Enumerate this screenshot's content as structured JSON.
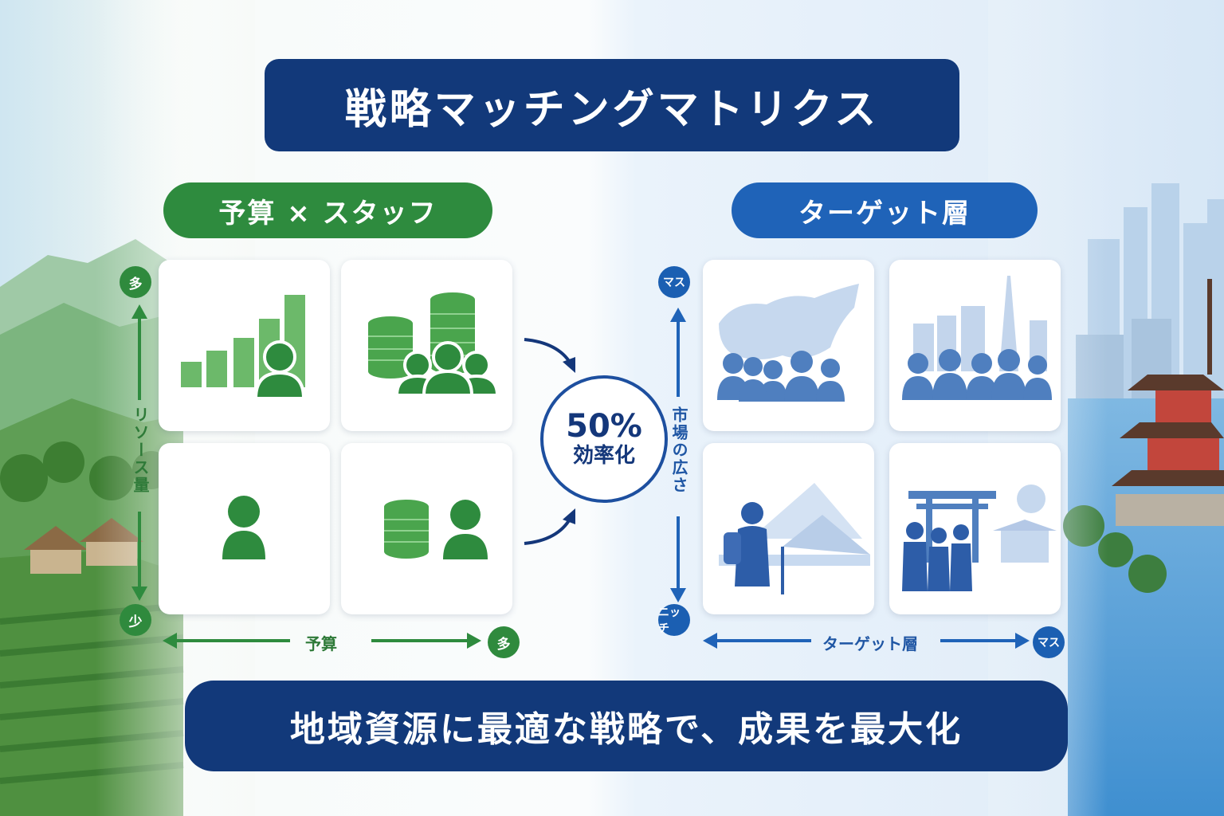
{
  "title": "戦略マッチングマトリクス",
  "left_panel": {
    "header": "予算 × スタッフ",
    "y_axis": {
      "label": "リソース量",
      "top": "多",
      "bottom": "少"
    },
    "x_axis": {
      "label": "予算",
      "right": "多"
    }
  },
  "center": {
    "value": "50%",
    "label": "効率化"
  },
  "right_panel": {
    "header": "ターゲット層",
    "y_axis": {
      "label": "市場の広さ",
      "top": "マス",
      "bottom": "ニッチ"
    },
    "x_axis": {
      "label": "ターゲット層",
      "right": "マス"
    }
  },
  "bottom_banner": "地域資源に最適な戦略で、成果を最大化",
  "colors": {
    "navy": "#12397a",
    "green": "#2e8b3e",
    "blue": "#1f63b8"
  },
  "icons": {
    "card_growth": "bar-chart-person-icon",
    "card_resources": "coins-team-icon",
    "card_single": "single-person-icon",
    "card_budget_single": "coins-person-icon",
    "card_mass_map": "world-map-crowd-icon",
    "card_mass_city": "city-tower-crowd-icon",
    "card_niche_hiker": "hiker-mountain-icon",
    "card_niche_torii": "torii-temple-group-icon"
  }
}
